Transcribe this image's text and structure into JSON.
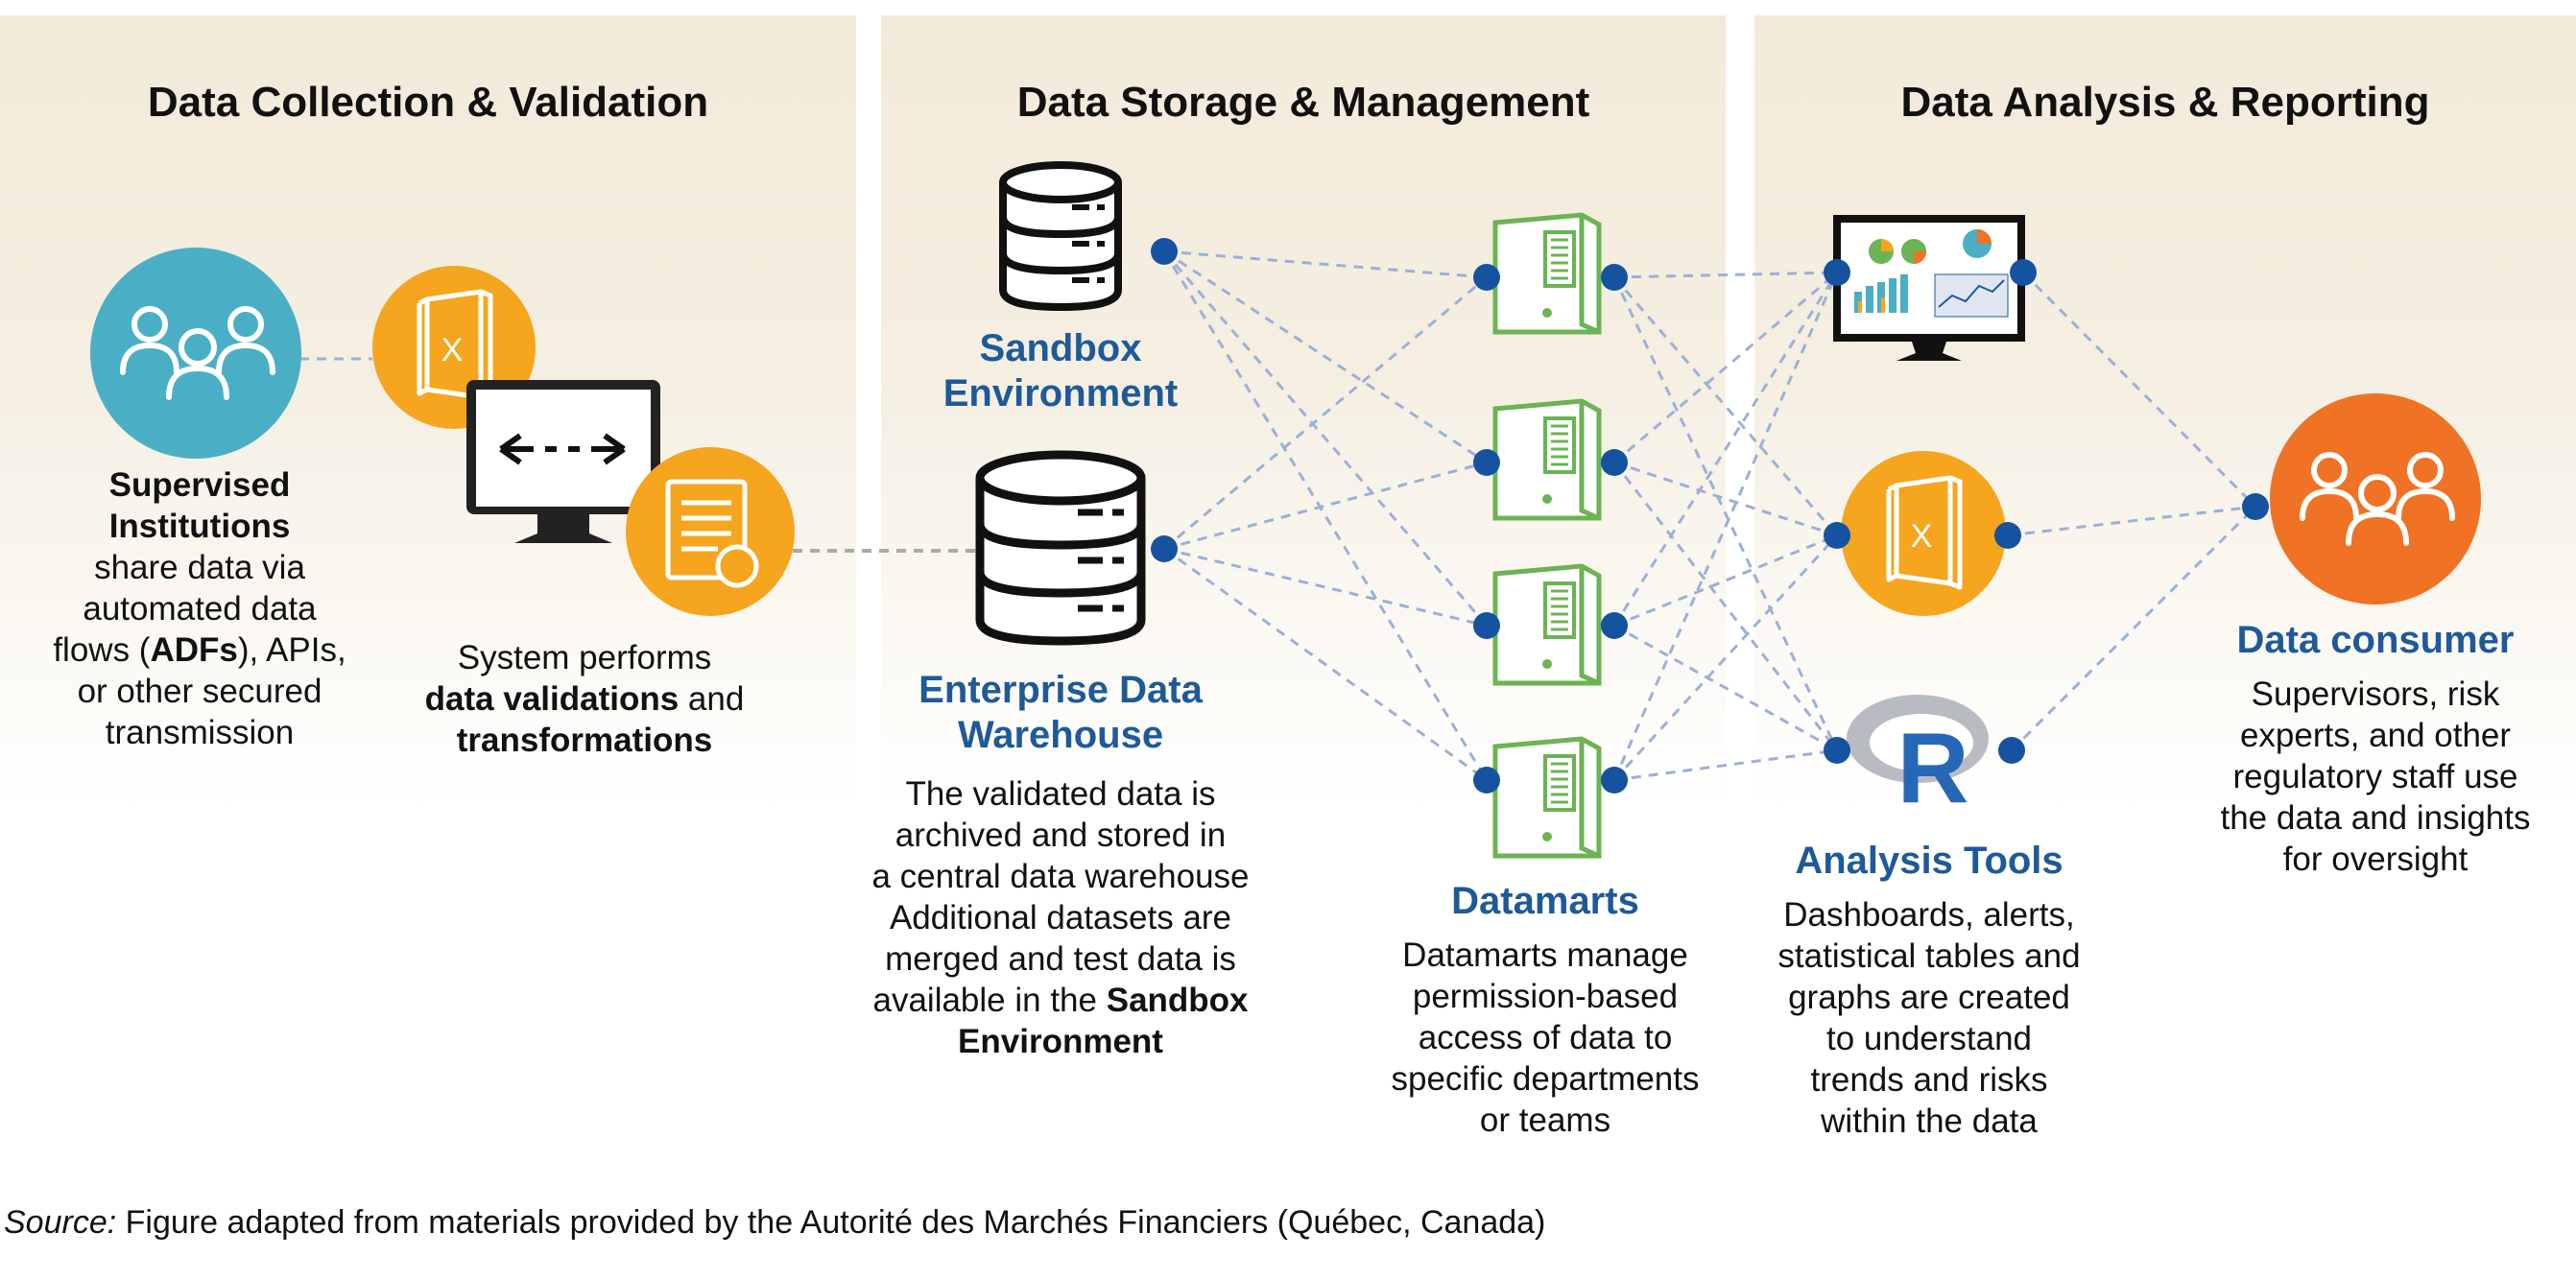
{
  "headers": {
    "collection": "Data Collection & Validation",
    "storage": "Data Storage & Management",
    "analysis": "Data Analysis & Reporting"
  },
  "institutions": {
    "title_line1": "Supervised",
    "title_line2": "Institutions",
    "line1": "share data via",
    "line2": "automated data",
    "line3a": "flows (",
    "line3b": "ADFs",
    "line3c": "), APIs,",
    "line4": "or other secured",
    "line5": "transmission"
  },
  "system": {
    "line1": "System performs",
    "line2a": "data validations",
    "line2b": " and",
    "line3": "transformations"
  },
  "sandbox": {
    "line1": "Sandbox",
    "line2": "Environment"
  },
  "warehouse": {
    "title_line1": "Enterprise Data",
    "title_line2": "Warehouse",
    "line1": "The validated data is",
    "line2": "archived and stored in",
    "line3": "a central data warehouse",
    "line4": "Additional datasets are",
    "line5": "merged and test data is",
    "line6a": "available in the ",
    "line6b": "Sandbox",
    "line7": "Environment"
  },
  "datamarts": {
    "title": "Datamarts",
    "line1": "Datamarts manage",
    "line2": "permission-based",
    "line3": "access of data to",
    "line4": "specific departments",
    "line5": "or teams"
  },
  "tools": {
    "title": "Analysis Tools",
    "line1": "Dashboards, alerts,",
    "line2": "statistical tables and",
    "line3": "graphs are created",
    "line4": "to understand",
    "line5": "trends and risks",
    "line6": "within the data",
    "r_logo": "R"
  },
  "consumer": {
    "title": "Data consumer",
    "line1": "Supervisors, risk",
    "line2": "experts, and other",
    "line3": "regulatory staff use",
    "line4": "the data and insights",
    "line5": "for oversight"
  },
  "source": {
    "label": "Source:",
    "text": " Figure adapted from materials provided by the Autorité des Marchés Financiers (Québec, Canada)"
  },
  "colors": {
    "teal": "#4aafc4",
    "orange_file": "#f5a51e",
    "orange_consumer": "#f07224",
    "green_server": "#6cb353",
    "dot_blue": "#1553a0",
    "link_blue": "#9bb0d8",
    "title_blue": "#1e5a9a"
  },
  "icons": [
    "people-icon",
    "excel-file-icon",
    "monitor-arrows-icon",
    "document-search-icon",
    "database-icon",
    "server-icon",
    "dashboard-monitor-icon",
    "r-logo-icon"
  ]
}
